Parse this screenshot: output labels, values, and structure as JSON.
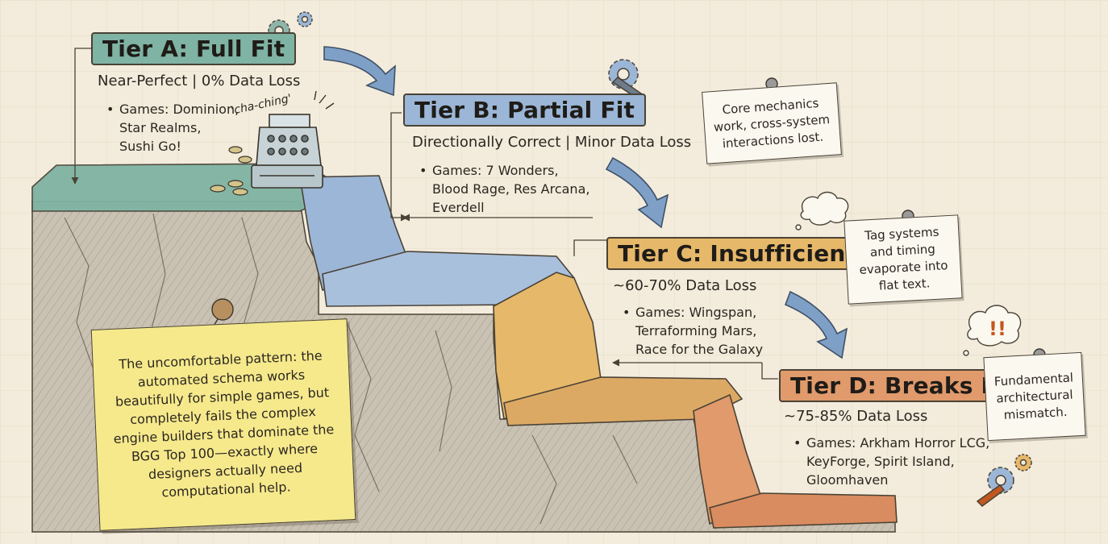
{
  "tiers": [
    {
      "title": "Tier A: Full Fit",
      "subtitle": "Near-Perfect | 0% Data Loss",
      "games": [
        "Games: Dominion,",
        "Star Realms,",
        "Sushi Go!"
      ],
      "color": "#7fb3a3"
    },
    {
      "title": "Tier B: Partial Fit",
      "subtitle": "Directionally Correct | Minor Data Loss",
      "games": [
        "Games: 7 Wonders,",
        "Blood Rage, Res Arcana,",
        "Everdell"
      ],
      "color": "#9bb6d6"
    },
    {
      "title": "Tier C: Insufficient",
      "subtitle": "~60-70% Data Loss",
      "games": [
        "Games: Wingspan,",
        "Terraforming Mars,",
        "Race for the Galaxy"
      ],
      "color": "#e6b86a"
    },
    {
      "title": "Tier D: Breaks Down",
      "subtitle": "~75-85% Data Loss",
      "games": [
        "Games: Arkham Horror LCG,",
        "KeyForge, Spirit Island,",
        "Gloomhaven"
      ],
      "color": "#e09a6b"
    }
  ],
  "notes": {
    "tier_b": "Core mechanics work, cross-system interactions lost.",
    "tier_c": "Tag systems and timing evaporate into flat text.",
    "tier_d": "Fundamental architectural mismatch."
  },
  "sticky_note": "The uncomfortable pattern: the automated schema works beautifully for simple games, but completely fails the complex engine builders that dominate the BGG Top 100—exactly where designers actually need computational help.",
  "sound_effect": "'cha-ching'",
  "exclamation": "!!",
  "icons": [
    "gear-icon",
    "wrench-gear-icon",
    "cash-register-icon",
    "pushpin-icon",
    "thought-cloud-icon",
    "arrow-icon"
  ],
  "colors": {
    "paper": "#f3ecdc",
    "ink": "#4a4236",
    "arrow": "#6e8fb8",
    "tier_a": "#7fb3a3",
    "tier_b": "#9bb6d6",
    "tier_c": "#e6b86a",
    "tier_d": "#e09a6b",
    "sticky": "#f6e98c"
  }
}
